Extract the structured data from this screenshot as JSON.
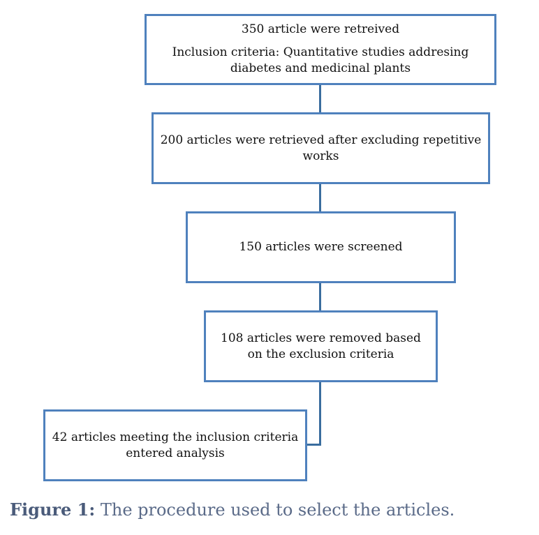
{
  "flowchart": {
    "box1": {
      "line1": "350 article were retreived",
      "line2": "Inclusion criteria: Quantitative studies addresing diabetes and medicinal plants"
    },
    "box2": "200 articles were retrieved after excluding repetitive works",
    "box3": "150 articles were screened",
    "box4": "108 articles were removed based on the exclusion criteria",
    "box5": "42 articles meeting the inclusion criteria entered analysis"
  },
  "caption": {
    "label": "Figure 1:",
    "text": " The procedure used to select the articles."
  },
  "colors": {
    "box_border": "#4f81bd",
    "connector": "#3a6d9e",
    "caption_text": "#5a6a88"
  }
}
